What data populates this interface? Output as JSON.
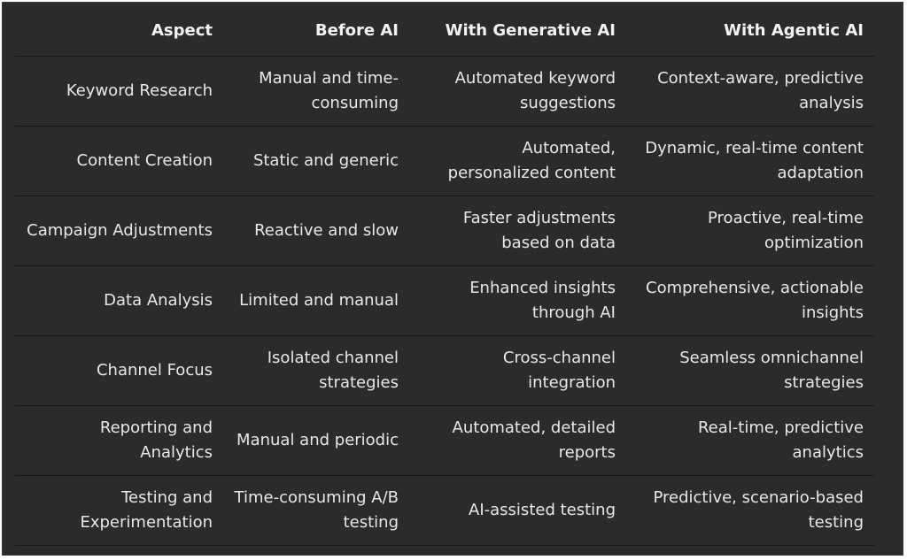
{
  "table": {
    "headers": [
      "Aspect",
      "Before AI",
      "With Generative AI",
      "With Agentic AI"
    ],
    "rows": [
      [
        "Keyword Research",
        "Manual and time-consuming",
        "Automated keyword suggestions",
        "Context-aware, predictive analysis"
      ],
      [
        "Content Creation",
        "Static and generic",
        "Automated, personalized content",
        "Dynamic, real-time content adaptation"
      ],
      [
        "Campaign Adjustments",
        "Reactive and slow",
        "Faster adjustments based on data",
        "Proactive, real-time optimization"
      ],
      [
        "Data Analysis",
        "Limited and manual",
        "Enhanced insights through AI",
        "Comprehensive, actionable insights"
      ],
      [
        "Channel Focus",
        "Isolated channel strategies",
        "Cross-channel integration",
        "Seamless omnichannel strategies"
      ],
      [
        "Reporting and Analytics",
        "Manual and periodic",
        "Automated, detailed reports",
        "Real-time, predictive analytics"
      ],
      [
        "Testing and Experimentation",
        "Time-consuming A/B testing",
        "AI-assisted testing",
        "Predictive, scenario-based testing"
      ]
    ]
  }
}
